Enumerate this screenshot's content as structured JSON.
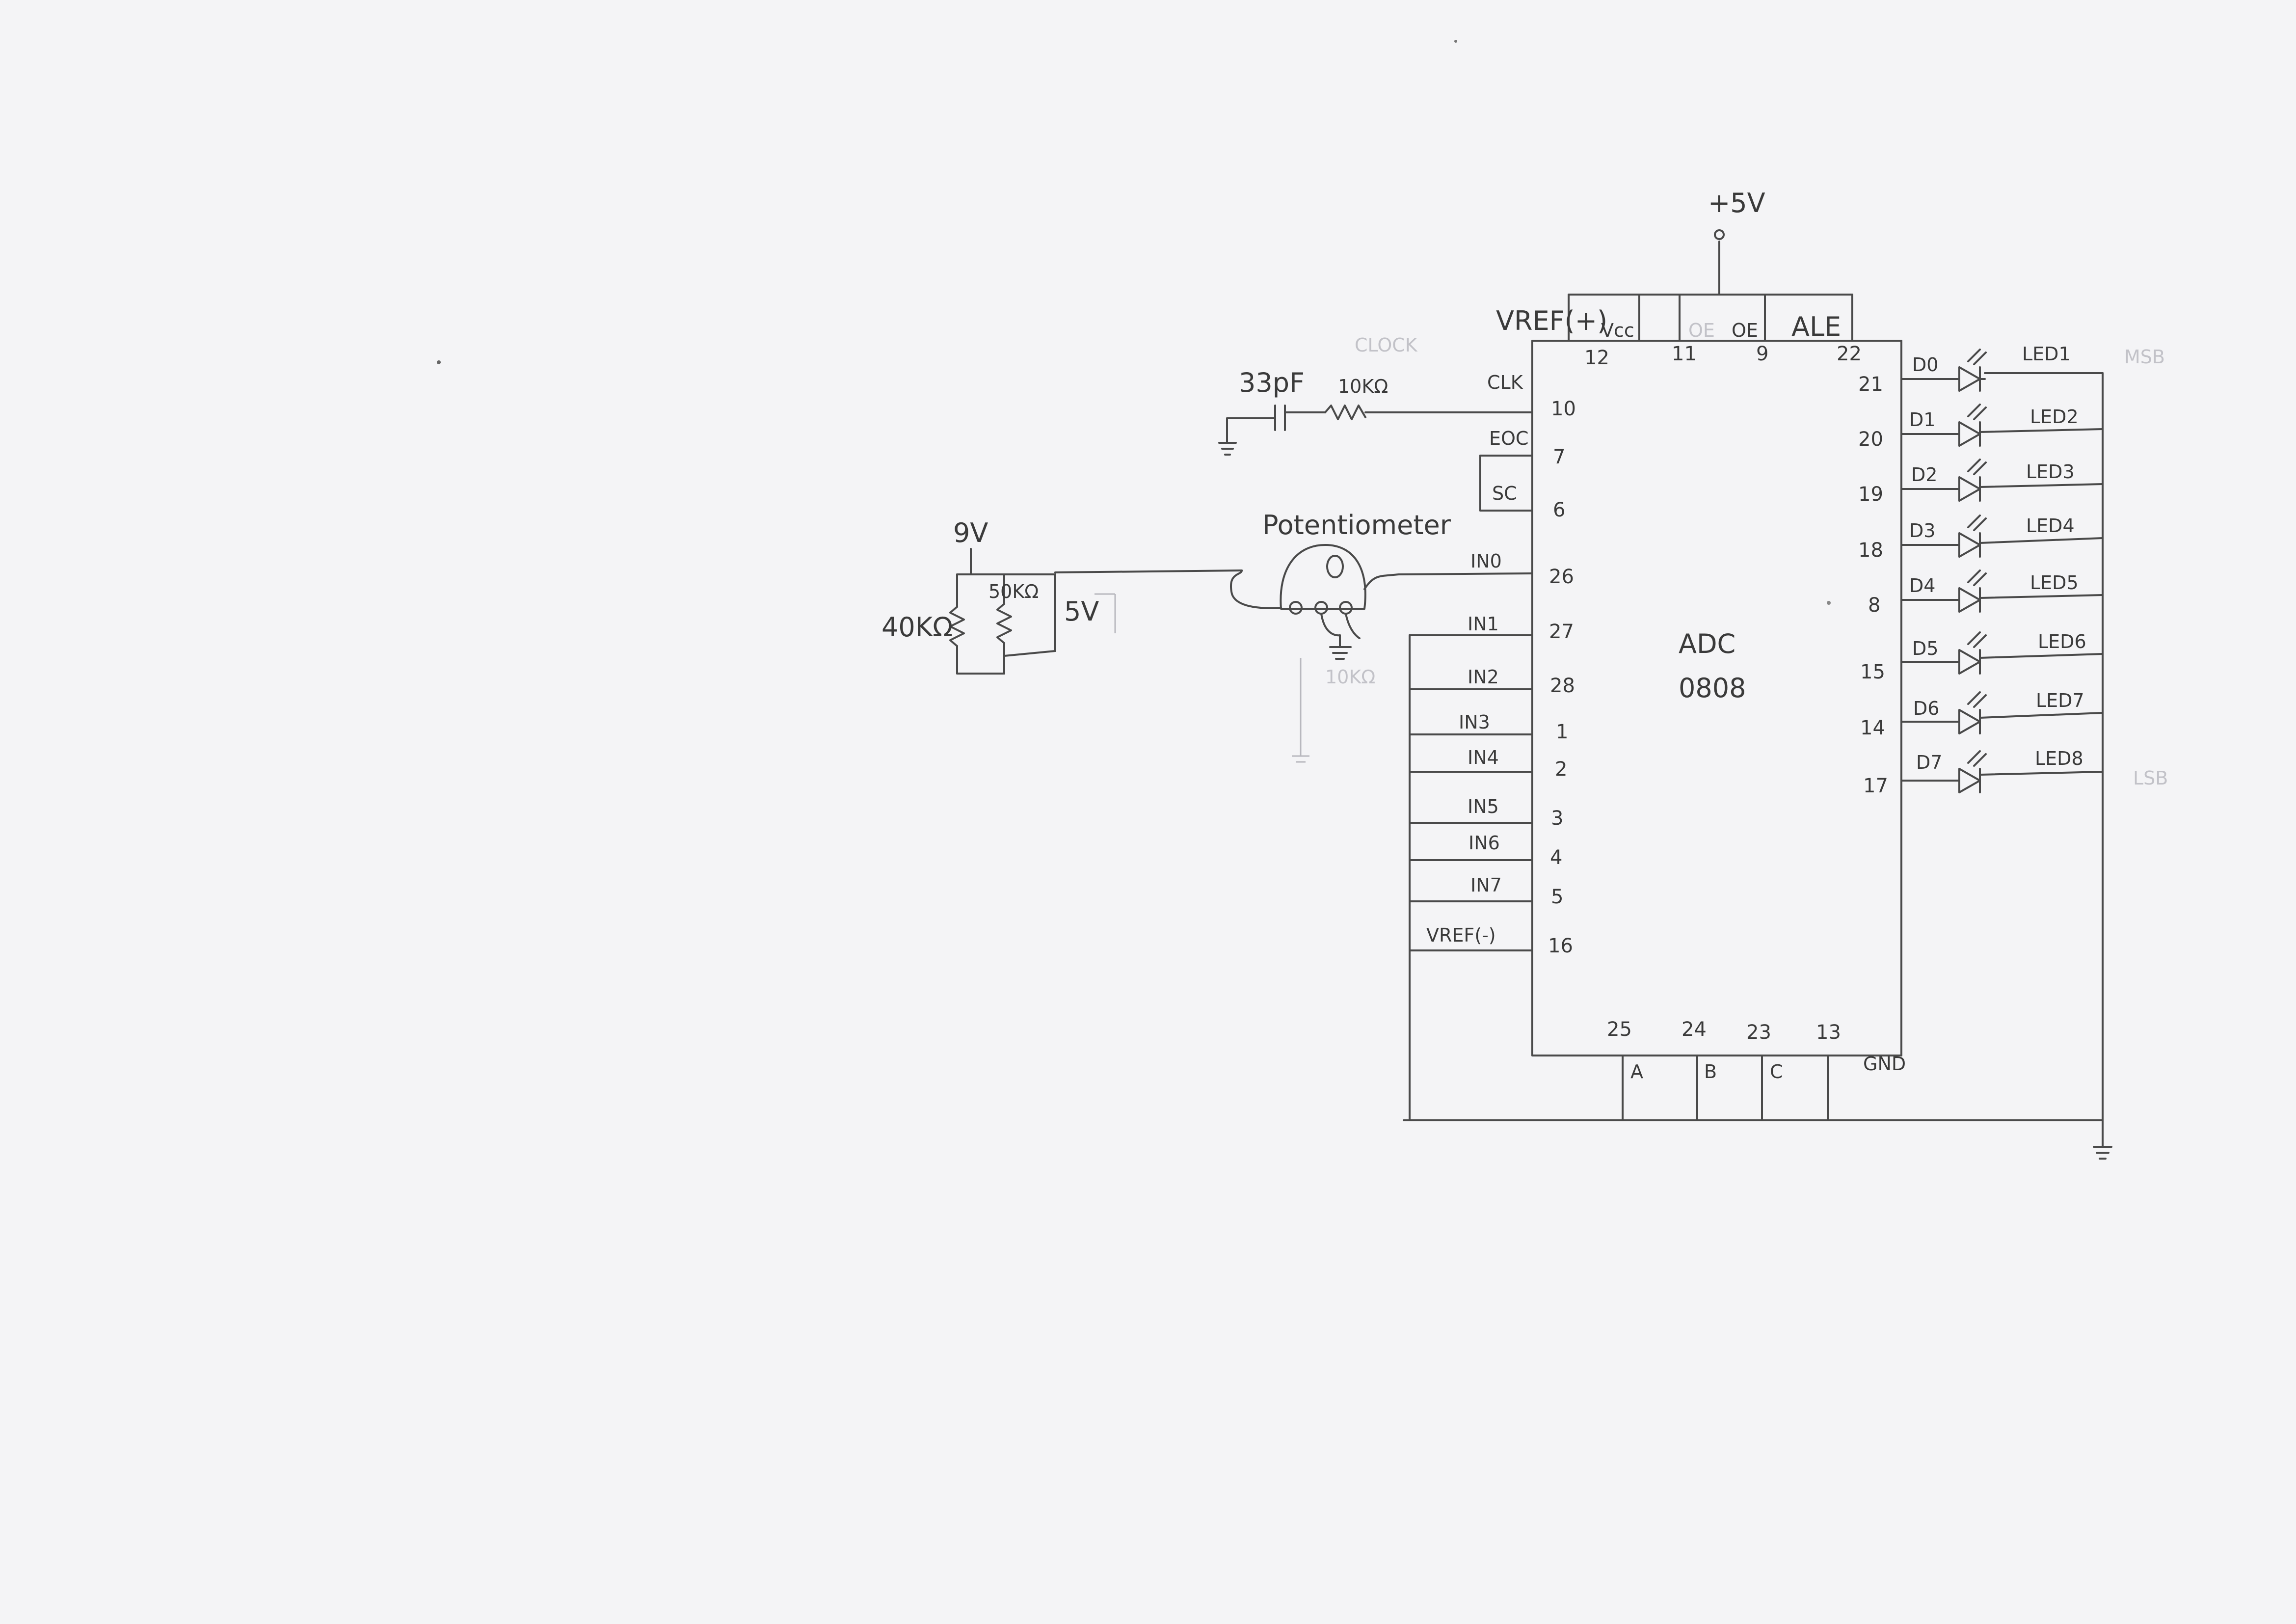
{
  "supply": "+5V",
  "chip": {
    "name": "ADC",
    "part": "0808"
  },
  "top_pins": [
    {
      "label": "VREF(+)",
      "num": "12"
    },
    {
      "label": "Vcc",
      "num": "11"
    },
    {
      "label": "OE",
      "num": "9"
    },
    {
      "label": "ALE",
      "num": "22"
    }
  ],
  "left_pins": [
    {
      "label": "CLK",
      "num": "10"
    },
    {
      "label": "EOC",
      "num": "7"
    },
    {
      "label": "SC",
      "num": "6"
    },
    {
      "label": "IN0",
      "num": "26"
    },
    {
      "label": "IN1",
      "num": "27"
    },
    {
      "label": "IN2",
      "num": "28"
    },
    {
      "label": "IN3",
      "num": "1"
    },
    {
      "label": "IN4",
      "num": "2"
    },
    {
      "label": "IN5",
      "num": "3"
    },
    {
      "label": "IN6",
      "num": "4"
    },
    {
      "label": "IN7",
      "num": "5"
    },
    {
      "label": "VREF(-)",
      "num": "16"
    }
  ],
  "right_pins": [
    {
      "data": "D0",
      "num": "21",
      "led": "LED1"
    },
    {
      "data": "D1",
      "num": "20",
      "led": "LED2"
    },
    {
      "data": "D2",
      "num": "19",
      "led": "LED3"
    },
    {
      "data": "D3",
      "num": "18",
      "led": "LED4"
    },
    {
      "data": "D4",
      "num": "8",
      "led": "LED5"
    },
    {
      "data": "D5",
      "num": "15",
      "led": "LED6"
    },
    {
      "data": "D6",
      "num": "14",
      "led": "LED7"
    },
    {
      "data": "D7",
      "num": "17",
      "led": "LED8"
    }
  ],
  "bottom_pins": [
    {
      "num": "25",
      "label": "A"
    },
    {
      "num": "24",
      "label": "B"
    },
    {
      "num": "23",
      "label": "C"
    },
    {
      "num": "13",
      "label": "GND"
    }
  ],
  "clock": {
    "cap": "33pF",
    "res": "10KΩ",
    "faint_note": "CLOCK"
  },
  "divider": {
    "source": "9V",
    "r1": "40KΩ",
    "r2": "50KΩ",
    "out": "5V"
  },
  "pot": {
    "label": "Potentiometer",
    "res": "10KΩ"
  },
  "margin_notes": {
    "msb": "MSB",
    "lsb": "LSB"
  },
  "colors": {
    "paper": "#f4f4f6",
    "pencil": "#4a4a4a",
    "faint": "#b8b8be"
  }
}
